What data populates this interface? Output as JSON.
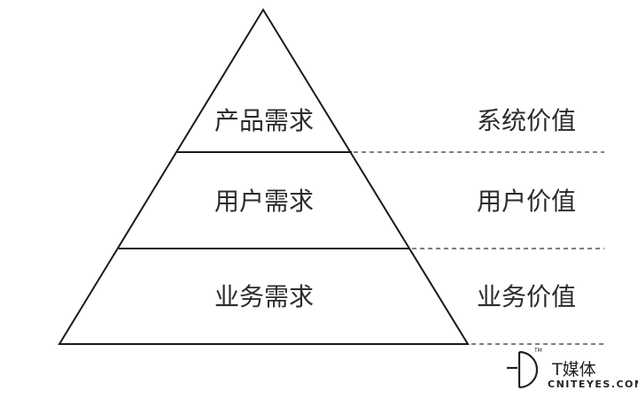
{
  "pyramid": {
    "tiers": [
      {
        "label": "产品需求",
        "value": "系统价值"
      },
      {
        "label": "用户需求",
        "value": "用户价值"
      },
      {
        "label": "业务需求",
        "value": "业务价值"
      }
    ]
  },
  "watermark": {
    "name": "T媒体",
    "site": "CNITEYES.COM"
  },
  "colors": {
    "line": "#1a1a1a",
    "text": "#2b2b2b",
    "background": "#ffffff"
  }
}
